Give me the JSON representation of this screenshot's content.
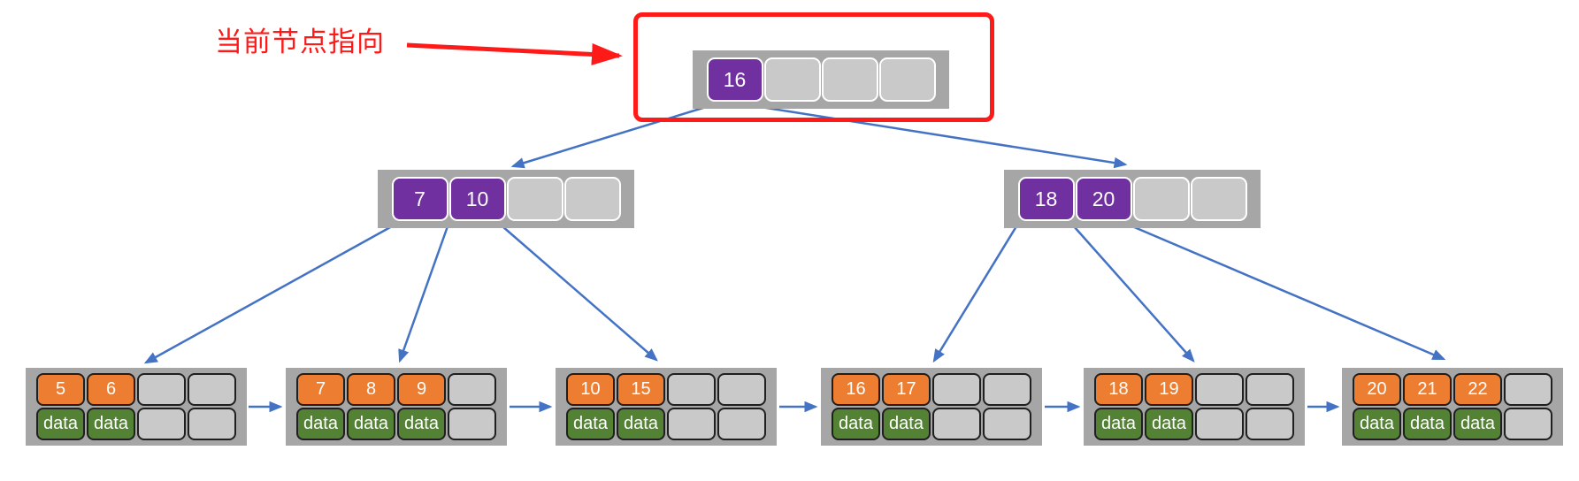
{
  "annotation": {
    "label": "当前节点指向"
  },
  "colors": {
    "internal_key": "#7030A0",
    "leaf_key": "#ED7D31",
    "leaf_data": "#548235",
    "empty_cell": "#C9C9C9",
    "node_frame": "#A6A6A6",
    "tree_arrow": "#4472C4",
    "highlight": "#FF1A1A"
  },
  "tree": {
    "node_capacity": 4,
    "root": {
      "keys": [
        "16"
      ]
    },
    "internal_nodes": [
      {
        "keys": [
          "7",
          "10"
        ]
      },
      {
        "keys": [
          "18",
          "20"
        ]
      }
    ],
    "leaf_nodes": [
      {
        "keys": [
          "5",
          "6"
        ],
        "data_labels": [
          "data",
          "data"
        ]
      },
      {
        "keys": [
          "7",
          "8",
          "9"
        ],
        "data_labels": [
          "data",
          "data",
          "data"
        ]
      },
      {
        "keys": [
          "10",
          "15"
        ],
        "data_labels": [
          "data",
          "data"
        ]
      },
      {
        "keys": [
          "16",
          "17"
        ],
        "data_labels": [
          "data",
          "data"
        ]
      },
      {
        "keys": [
          "18",
          "19"
        ],
        "data_labels": [
          "data",
          "data"
        ]
      },
      {
        "keys": [
          "20",
          "21",
          "22"
        ],
        "data_labels": [
          "data",
          "data",
          "data"
        ]
      }
    ]
  }
}
